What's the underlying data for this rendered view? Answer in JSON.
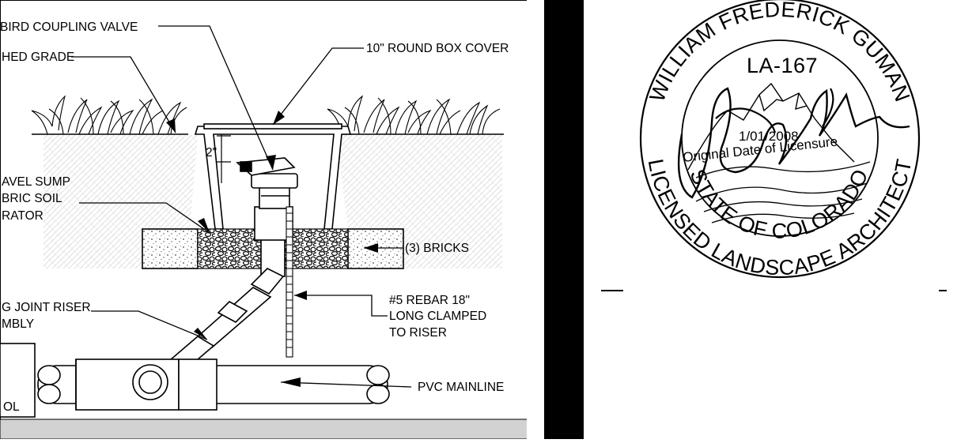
{
  "detail": {
    "labels": {
      "coupling_valve": "BIRD  COUPLING VALVE",
      "finished_grade": "HED GRADE",
      "box_cover": "10\" ROUND BOX COVER",
      "dimension": "2\"",
      "sump_line1": "AVEL SUMP",
      "sump_line2": "BRIC SOIL",
      "sump_line3": "RATOR",
      "bricks": "(3) BRICKS",
      "riser_line1": "G JOINT RISER",
      "riser_line2": "MBLY",
      "rebar_line1": "#5 REBAR 18\"",
      "rebar_line2": "LONG CLAMPED",
      "rebar_line3": "TO RISER",
      "mainline": "PVC MAINLINE",
      "partial_box": "OL"
    }
  },
  "seal": {
    "top_arc": "WILLIAM FREDERICK GUMAN",
    "license_no": "LA-167",
    "date": "1/01/2008",
    "date_caption": "Original Date of Licensure",
    "bottom_arc_inner": "STATE OF COLORADO",
    "bottom_arc_outer": "LICENSED LANDSCAPE ARCHITECT"
  }
}
